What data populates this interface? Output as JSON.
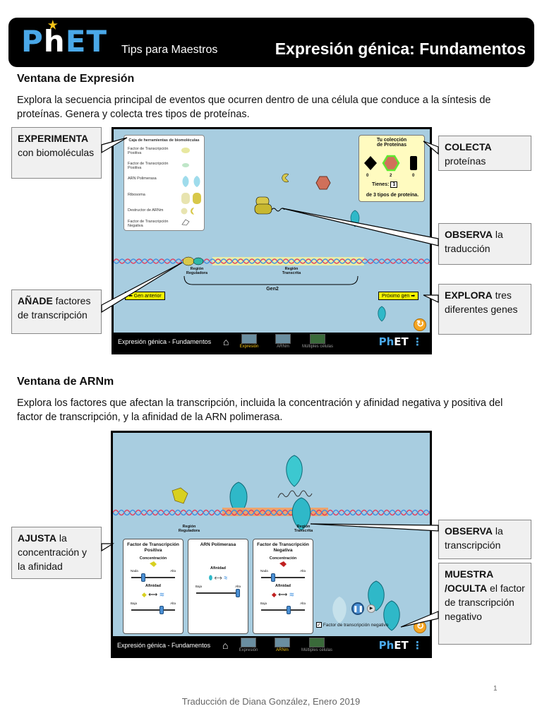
{
  "header": {
    "logo_text": "PhET",
    "subtitle": "Tips para Maestros",
    "title": "Expresión génica: Fundamentos"
  },
  "section1": {
    "title": "Ventana de Expresión",
    "description": "Explora la secuencia principal de eventos que ocurren dentro de una célula que conduce a la síntesis de proteínas. Genera y colecta tres tipos de proteínas.",
    "toolbox": {
      "title": "Caja de herramientas de biomoléculas",
      "items": [
        "Factor de Transcripción Positiva",
        "Factor de Transcripción Positiva",
        "ARN Polimerasa",
        "Ribosoma",
        "Destructor de ARNm",
        "Factor de Transcripción Negativa"
      ]
    },
    "collection": {
      "title_line1": "Tu colección",
      "title_line2": "de Proteínas",
      "counts": [
        "0",
        "2",
        "0"
      ],
      "tienes_label": "Tienes:",
      "tienes_value": "1",
      "of_label": "de 3 tipos de proteína."
    },
    "gene_labels": {
      "region_reguladora": "Región Reguladora",
      "region_transcrita": "Región Transcrita",
      "gene": "Gen2"
    },
    "buttons": {
      "prev": "⬅ Gen anterior",
      "next": "Próximo gen ➡"
    },
    "navbar": {
      "title": "Expresión génica - Fundamentos",
      "screens": [
        "Expresión",
        "ARNm",
        "Múltiples células"
      ],
      "active": 0
    },
    "callouts": {
      "experimenta_bold": "EXPERIMENTA",
      "experimenta_rest": "con biomoléculas",
      "colecta_bold": "COLECTA",
      "colecta_rest": "proteínas",
      "observa_bold": "OBSERVA",
      "observa_rest": "la traducción",
      "anade_bold": "AÑADE",
      "anade_rest": "factores de transcripción",
      "explora_bold": "EXPLORA",
      "explora_rest": "tres diferentes genes"
    }
  },
  "section2": {
    "title": "Ventana de ARNm",
    "description": "Explora los factores que afectan la transcripción, incluida la concentración y afinidad negativa y positiva del factor de transcripción, y la afinidad de la ARN polimerasa.",
    "region_reguladora": "Región Reguladora",
    "region_transcrita": "Región Transcrita",
    "panels": {
      "positive": {
        "title": "Factor de Transcripción Positiva",
        "concentracion": "Concentración",
        "afinidad": "Afinidad",
        "nada": "Nada",
        "alta": "Alta",
        "baja": "Baja",
        "alta2": "Alta"
      },
      "polymerase": {
        "title": "ARN Polimerasa",
        "afinidad": "Afinidad",
        "baja": "Baja",
        "alta": "Alta"
      },
      "negative": {
        "title": "Factor de Transcripción Negativa",
        "concentracion": "Concentración",
        "afinidad": "Afinidad",
        "nada": "Nada",
        "alta": "Alta",
        "baja": "Baja",
        "alta2": "Alta"
      }
    },
    "checkbox_label": "Factor de transcripción negativo",
    "navbar": {
      "title": "Expresión génica - Fundamentos",
      "screens": [
        "Expresión",
        "ARNm",
        "Múltiples células"
      ],
      "active": 1
    },
    "callouts": {
      "ajusta_bold": "AJUSTA",
      "ajusta_rest": "la concentración y la afinidad",
      "observa_bold": "OBSERVA",
      "observa_rest": "la transcripción",
      "muestra_bold": "MUESTRA /OCULTA",
      "muestra_rest": "el factor de transcripción negativo"
    }
  },
  "footer": {
    "credit": "Traducción de Diana González, Enero 2019",
    "page_number": "1"
  },
  "colors": {
    "sim_bg": "#a8cde0",
    "phet_blue": "#4aa8e8",
    "button_yellow": "#f5f500",
    "collection_bg": "#fffbc0",
    "callout_bg": "#f0f0f0",
    "protein_teal": "#2fb8c8"
  }
}
